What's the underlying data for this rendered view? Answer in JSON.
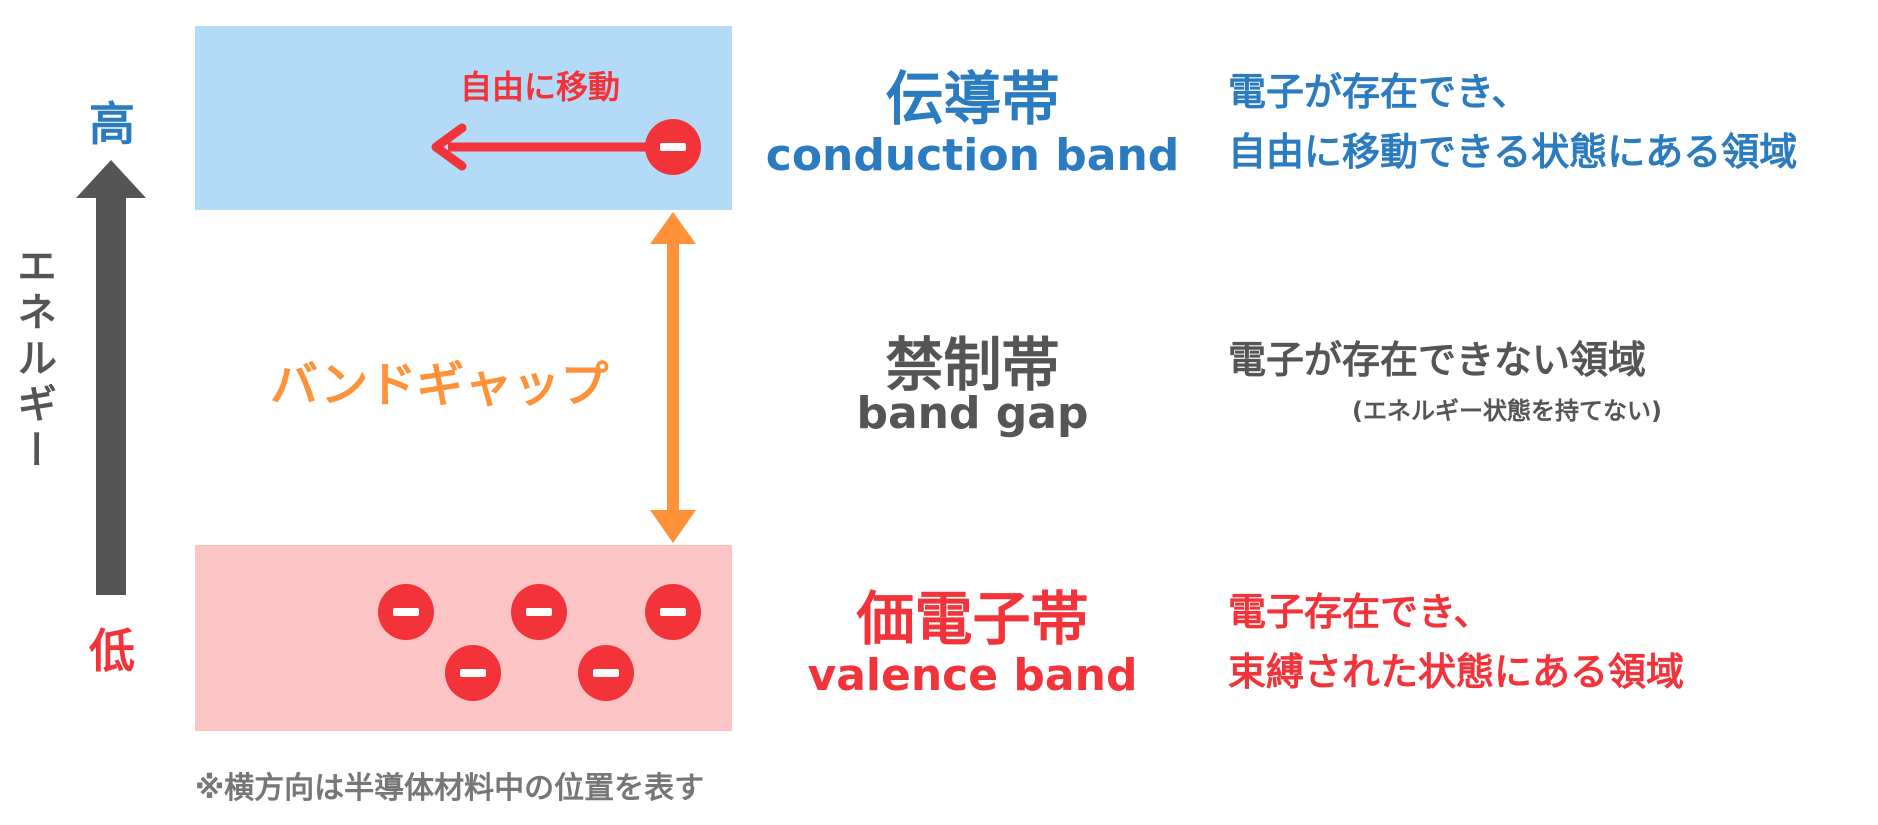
{
  "energy_axis": {
    "high_label": "高",
    "low_label": "低",
    "axis_label": "エネルギー"
  },
  "conduction": {
    "box_label": "自由に移動",
    "name_jp": "伝導帯",
    "name_en": "conduction band",
    "desc_line1": "電子が存在でき、",
    "desc_line2": "自由に移動できる状態にある領域"
  },
  "gap": {
    "arrow_label": "バンドギャップ",
    "name_jp": "禁制帯",
    "name_en": "band gap",
    "desc_line1": "電子が存在できない領域",
    "desc_note": "(エネルギー状態を持てない)"
  },
  "valence": {
    "name_jp": "価電子帯",
    "name_en": "valence band",
    "desc_line1": "電子存在でき、",
    "desc_line2": "束縛された状態にある領域",
    "electron_count": 5
  },
  "footnote": "※横方向は半導体材料中の位置を表す",
  "colors": {
    "blue": "#2b7bc1",
    "red": "#f2333a",
    "orange": "#ff9238",
    "gray": "#555555",
    "conduction_fill": "#b3dbf7",
    "valence_fill": "#fdc4c5"
  }
}
